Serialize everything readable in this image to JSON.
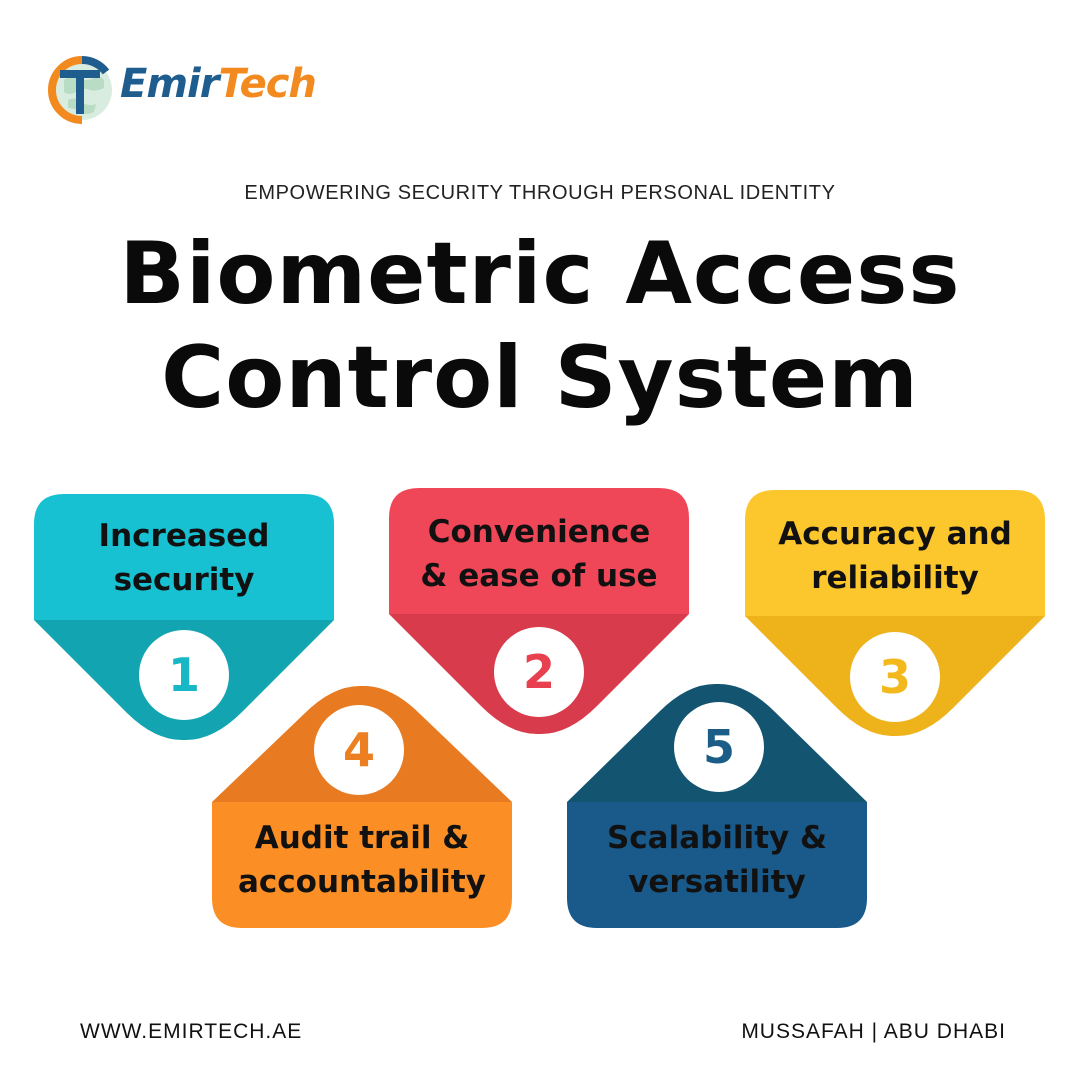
{
  "brand": {
    "name_part1": "Emir",
    "name_part2": "Tech"
  },
  "tagline": "EMPOWERING SECURITY THROUGH PERSONAL IDENTITY",
  "title": {
    "line1": "Biometric Access",
    "line2": "Control System"
  },
  "cards": [
    {
      "number": "1",
      "label": "Increased\nsecurity",
      "color_top": "#17c1d1",
      "color_bottom": "#12a5b1"
    },
    {
      "number": "2",
      "label": "Convenience\n& ease of use",
      "color_top": "#ef4757",
      "color_bottom": "#d83b4c"
    },
    {
      "number": "3",
      "label": "Accuracy and\nreliability",
      "color_top": "#fcc62d",
      "color_bottom": "#eeb21b"
    },
    {
      "number": "4",
      "label": "Audit trail &\naccountability",
      "color_top": "#e87a22",
      "color_bottom": "#fb8f25"
    },
    {
      "number": "5",
      "label": "Scalability &\nversatility",
      "color_top": "#135571",
      "color_bottom": "#1a5a8b"
    }
  ],
  "footer": {
    "website": "WWW.EMIRTECH.AE",
    "location": "MUSSAFAH | ABU DHABI"
  }
}
